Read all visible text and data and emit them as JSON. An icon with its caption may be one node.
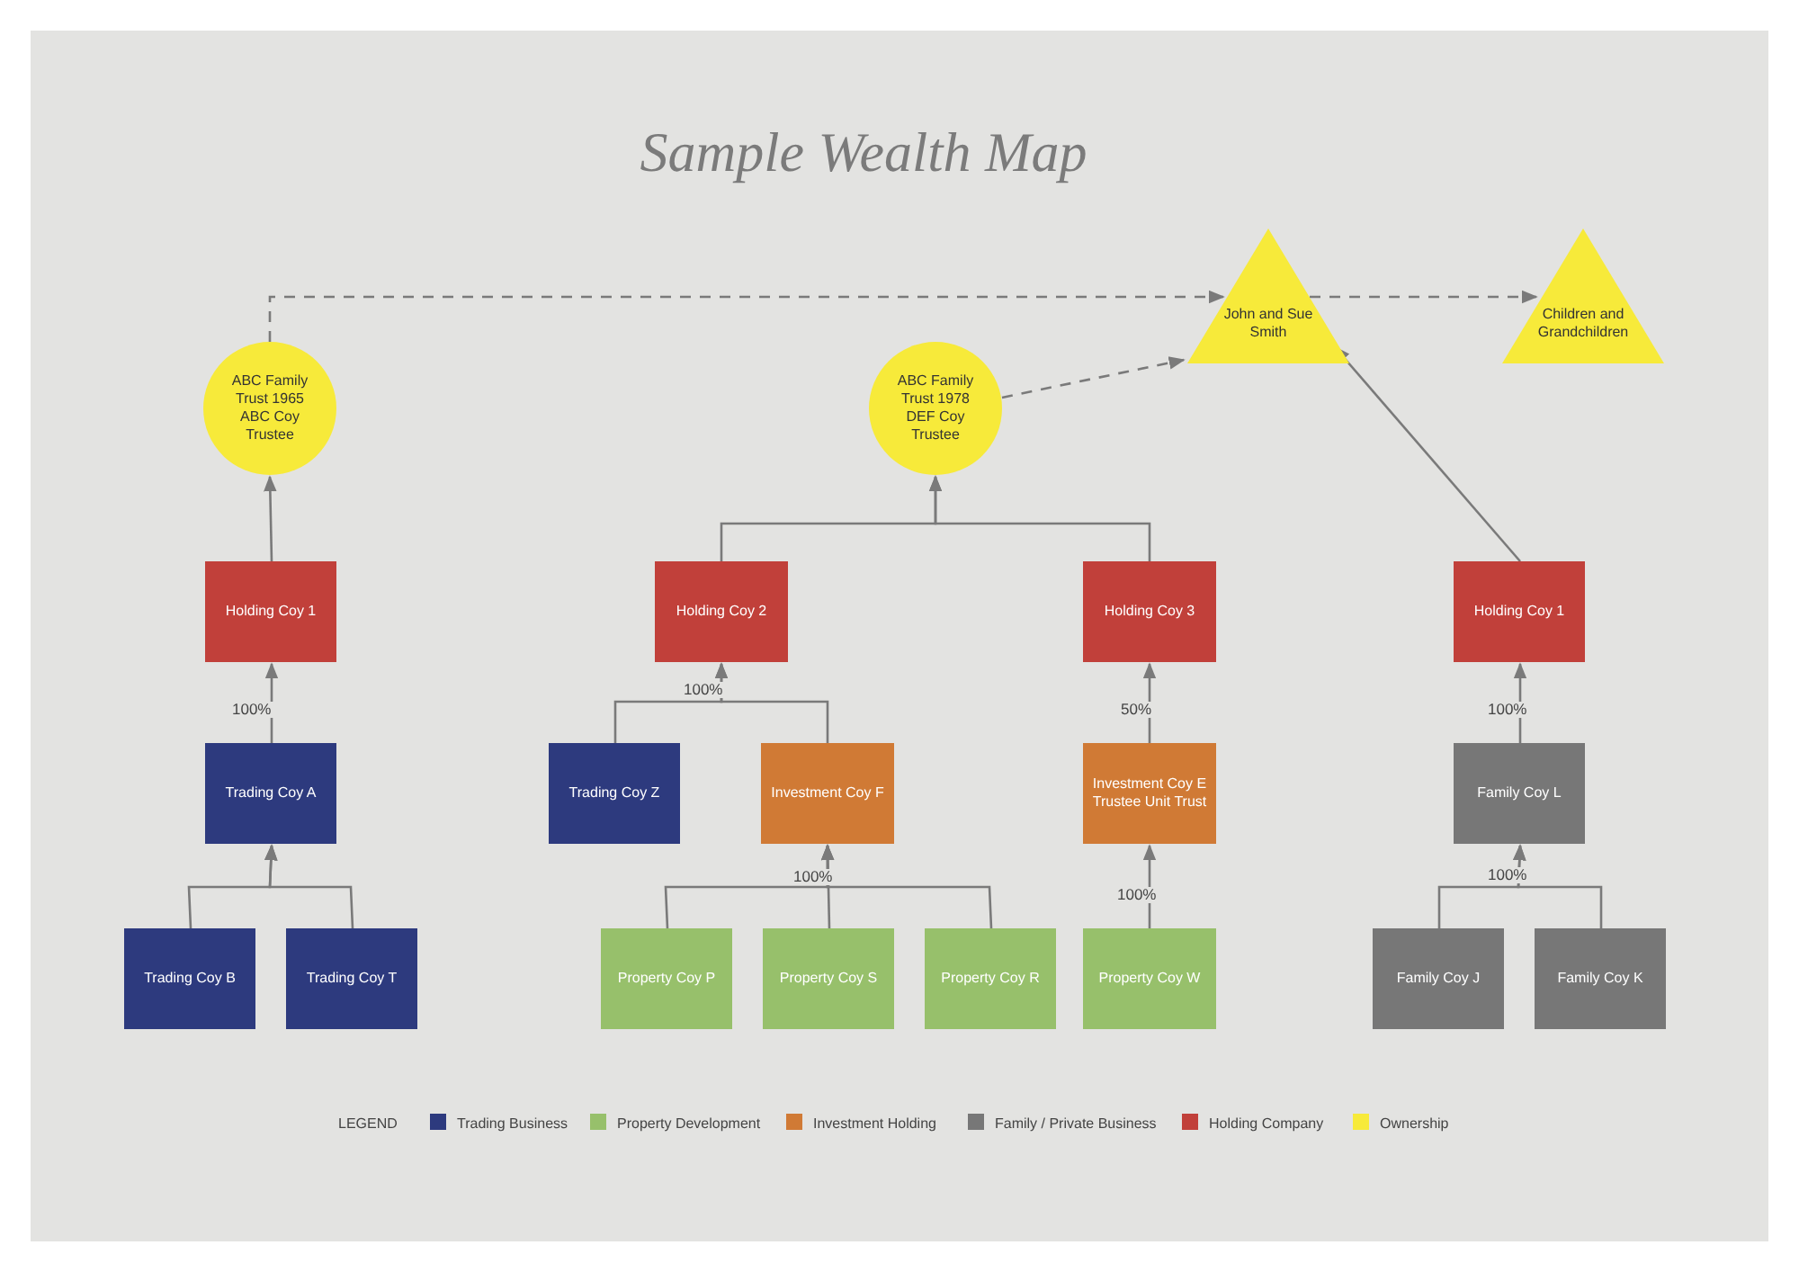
{
  "diagram": {
    "title": "Sample Wealth Map",
    "nodes": [
      {
        "text": [
          "ABC Family Trust 1965 ABC Coy Trustee"
        ]
      },
      {
        "text": [
          "ABC Family Trust 1978 DEF Coy Trustee"
        ]
      },
      {
        "text": [
          "John and Sue Smith"
        ]
      },
      {
        "text": [
          "Children and Grandchildren"
        ]
      },
      {
        "text": [
          "Holding Coy 1"
        ]
      },
      {
        "text": [
          "Holding Coy 2"
        ]
      },
      {
        "text": [
          "Holding Coy 3"
        ]
      },
      {
        "text": [
          "Holding Coy 1"
        ]
      },
      {
        "text": [
          "Trading Coy A"
        ]
      },
      {
        "text": [
          "Trading Coy Z"
        ]
      },
      {
        "text": [
          "Investment Coy F"
        ]
      },
      {
        "text": [
          "Investment Coy E Trustee Unit Trust"
        ]
      },
      {
        "text": [
          "Family Coy L"
        ]
      },
      {
        "text": [
          "Trading Coy B"
        ]
      },
      {
        "text": [
          "Trading Coy T"
        ]
      },
      {
        "text": [
          "Property Coy P"
        ]
      },
      {
        "text": [
          "Property Coy S"
        ]
      },
      {
        "text": [
          "Property Coy R"
        ]
      },
      {
        "text": [
          "Property Coy W"
        ]
      },
      {
        "text": [
          "Family Coy J"
        ]
      },
      {
        "text": [
          "Family Coy K"
        ]
      }
    ],
    "edges": [
      {
        "from": 0,
        "to": 2,
        "arrow": "to",
        "style": "dashed"
      },
      {
        "from": 1,
        "to": 2,
        "arrow": "to",
        "style": "dashed"
      },
      {
        "from": 2,
        "to": 3,
        "arrow": "to",
        "style": "dashed"
      },
      {
        "from": 4,
        "to": 0,
        "arrow": "to"
      },
      {
        "from": 5,
        "to": 1,
        "arrow": "to"
      },
      {
        "from": 6,
        "to": 1,
        "arrow": "to"
      },
      {
        "from": 7,
        "to": 2,
        "arrow": "to"
      },
      {
        "from": 8,
        "to": 4,
        "arrow": "to",
        "label": "100%"
      },
      {
        "from": 9,
        "to": 5,
        "arrow": "to",
        "label": "100%"
      },
      {
        "from": 10,
        "to": 5,
        "arrow": "to"
      },
      {
        "from": 11,
        "to": 6,
        "arrow": "to",
        "label": "50%"
      },
      {
        "from": 12,
        "to": 7,
        "arrow": "to",
        "label": "100%"
      },
      {
        "from": 13,
        "to": 8,
        "arrow": "to"
      },
      {
        "from": 14,
        "to": 8,
        "arrow": "to"
      },
      {
        "from": 15,
        "to": 10,
        "arrow": "to",
        "label": "100%"
      },
      {
        "from": 16,
        "to": 10,
        "arrow": "to"
      },
      {
        "from": 17,
        "to": 10,
        "arrow": "to"
      },
      {
        "from": 18,
        "to": 11,
        "arrow": "to",
        "label": "100%"
      },
      {
        "from": 19,
        "to": 12,
        "arrow": "to",
        "label": "100%"
      },
      {
        "from": 20,
        "to": 12,
        "arrow": "to"
      }
    ],
    "labels": [
      "LEGEND"
    ],
    "legend": [
      {
        "text": "Trading Business",
        "color": "#2d3a7e"
      },
      {
        "text": "Property Development",
        "color": "#97c06b"
      },
      {
        "text": "Investment Holding",
        "color": "#d07a35"
      },
      {
        "text": "Family / Private Business",
        "color": "#777777"
      },
      {
        "text": "Holding Company",
        "color": "#c1403a"
      },
      {
        "text": "Ownership",
        "color": "#f7ea3a"
      }
    ]
  }
}
